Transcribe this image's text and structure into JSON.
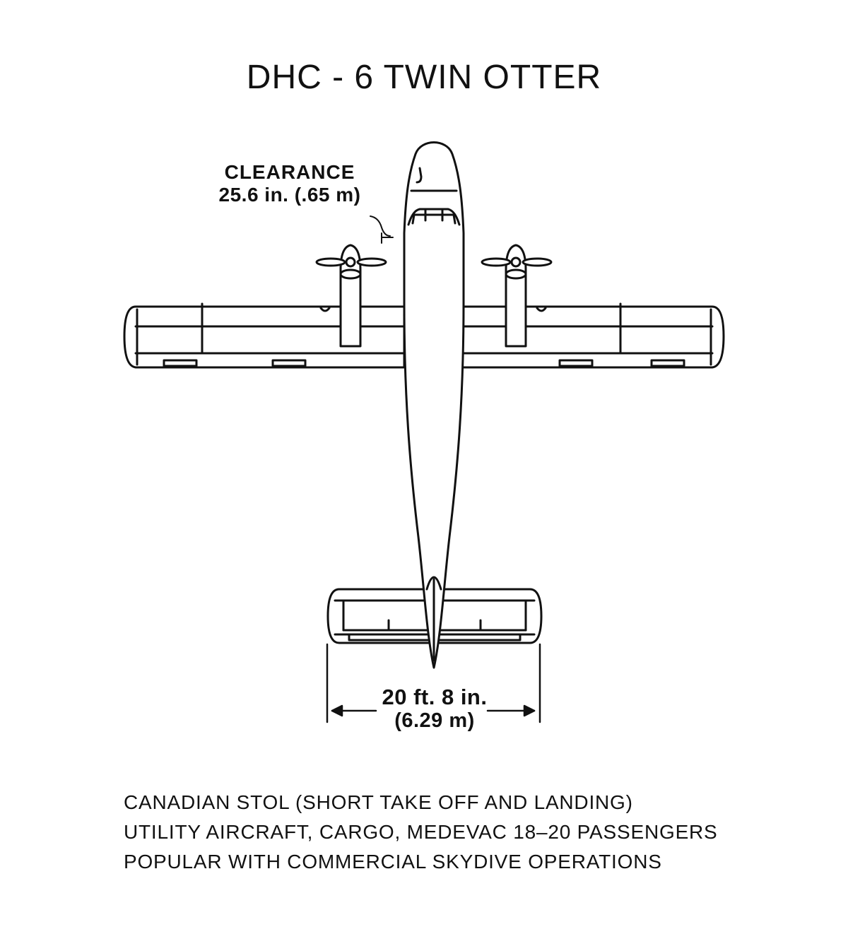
{
  "title": "DHC - 6 TWIN OTTER",
  "clearance": {
    "label": "CLEARANCE",
    "value": "25.6 in. (.65 m)"
  },
  "tail_span": {
    "imperial": "20 ft. 8 in.",
    "metric": "(6.29 m)"
  },
  "description": [
    "CANADIAN STOL (SHORT TAKE OFF AND LANDING)",
    "UTILITY AIRCRAFT, CARGO, MEDEVAC 18–20 PASSENGERS",
    "POPULAR WITH COMMERCIAL SKYDIVE OPERATIONS"
  ]
}
